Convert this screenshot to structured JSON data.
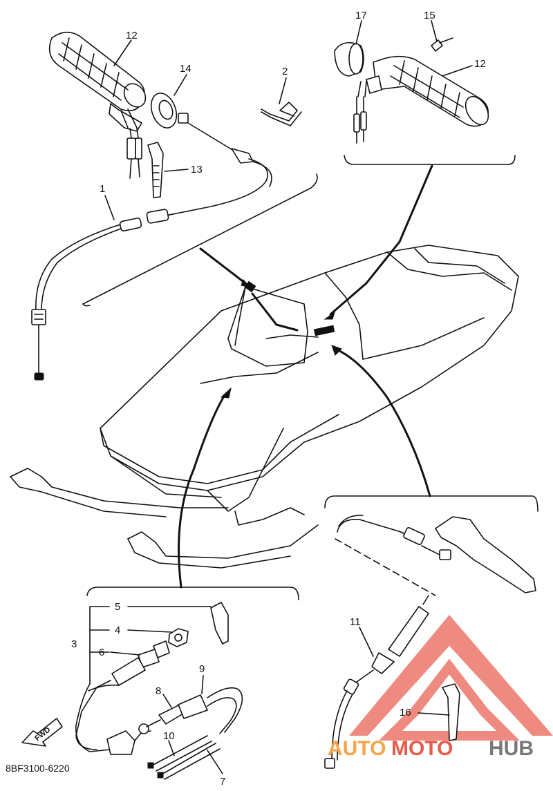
{
  "diagram": {
    "part_code": "8BF3100-6220",
    "fwd_label": "FWD",
    "callouts": {
      "c1": "1",
      "c2": "2",
      "c3": "3",
      "c4": "4",
      "c5": "5",
      "c6": "6",
      "c7": "7",
      "c8": "8",
      "c9": "9",
      "c10": "10",
      "c11": "11",
      "c12a": "12",
      "c12b": "12",
      "c13": "13",
      "c14": "14",
      "c15": "15",
      "c16": "16",
      "c17": "17"
    }
  },
  "watermark": {
    "part1": "AUTO",
    "part2": "MOTO",
    "part3": "HUB",
    "colors": {
      "red": "#e85a4a",
      "orange": "#f7a44a",
      "gray": "#777777"
    }
  }
}
